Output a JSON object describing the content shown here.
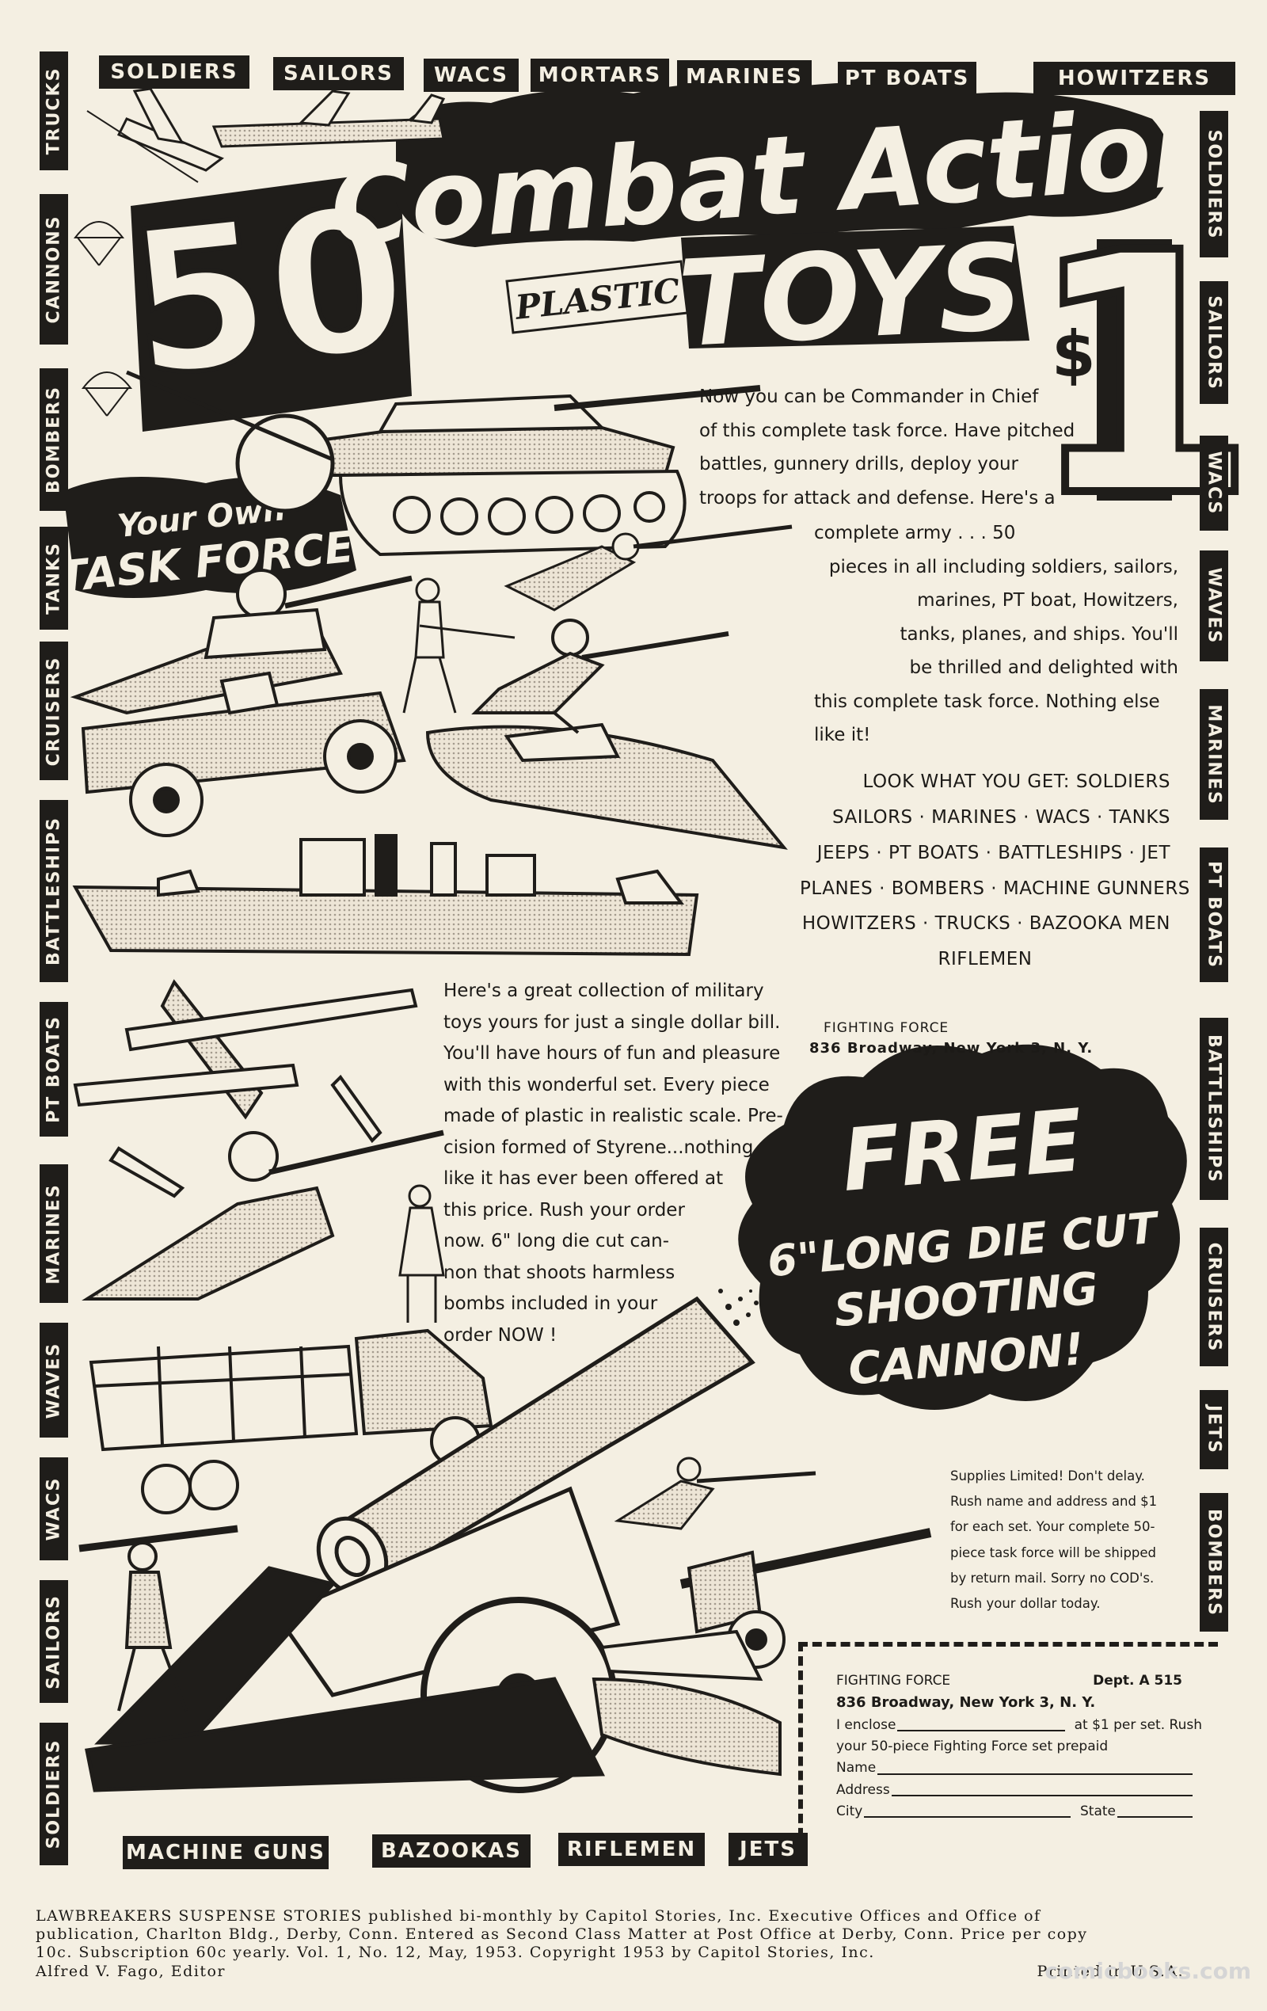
{
  "top_tabs": [
    "SOLDIERS",
    "SAILORS",
    "WACS",
    "MORTARS",
    "MARINES",
    "PT BOATS",
    "HOWITZERS"
  ],
  "left_tabs": [
    "TRUCKS",
    "CANNONS",
    "BOMBERS",
    "TANKS",
    "CRUISERS",
    "BATTLESHIPS",
    "PT BOATS",
    "MARINES",
    "WAVES",
    "WACS",
    "SAILORS",
    "SOLDIERS"
  ],
  "right_tabs": [
    "SOLDIERS",
    "SAILORS",
    "WACS",
    "WAVES",
    "MARINES",
    "PT BOATS",
    "BATTLESHIPS",
    "CRUISERS",
    "JETS",
    "BOMBERS"
  ],
  "bottom_tabs": [
    "MACHINE GUNS",
    "BAZOOKAS",
    "RIFLEMEN",
    "JETS"
  ],
  "headline": {
    "number": "50",
    "line1": "Combat Action",
    "plastic": "PLASTIC",
    "toys": "TOYS",
    "dollar_sign": "$",
    "price": "1"
  },
  "task_force_banner": {
    "line1": "Your Own",
    "line2": "TASK FORCE"
  },
  "intro_lines": [
    "Now you can be Commander in Chief",
    "of this complete task force. Have pitched",
    "battles, gunnery drills, deploy your",
    "troops for attack and defense. Here's a",
    "complete army . . . 50",
    "pieces in all including soldiers, sailors,",
    "marines, PT boat, Howitzers,",
    "tanks, planes, and ships. You'll",
    "be thrilled and delighted with",
    "this complete task force. Nothing else",
    "like it!"
  ],
  "get_list_lines": [
    "LOOK WHAT YOU GET: SOLDIERS",
    "SAILORS · MARINES · WACS · TANKS",
    "JEEPS · PT BOATS · BATTLESHIPS · JET",
    "PLANES · BOMBERS · MACHINE GUNNERS",
    "HOWITZERS · TRUCKS · BAZOOKA MEN",
    "RIFLEMEN"
  ],
  "address_top": {
    "name": "FIGHTING FORCE",
    "street": "836 Broadway, New York 3, N. Y."
  },
  "body_lines": [
    "Here's a great collection of military",
    "toys yours for just a single dollar bill.",
    "You'll have hours of fun and pleasure",
    "with this wonderful set. Every piece",
    "made of plastic in realistic scale. Pre-",
    "cision formed of Styrene...nothing",
    "like it has ever been offered at",
    "this price. Rush your order",
    "now. 6\" long die cut can-",
    "non that shoots harmless",
    "bombs included in your",
    "order NOW !"
  ],
  "free_badge": {
    "free": "FREE",
    "line1": "6\"LONG DIE CUT",
    "line2": "SHOOTING",
    "line3": "CANNON!"
  },
  "supplies_lines": [
    "Supplies Limited! Don't delay.",
    "Rush name and address and $1",
    "for each set. Your complete 50-",
    "piece task force will be shipped",
    "by return mail. Sorry no COD's.",
    "Rush your dollar today."
  ],
  "coupon": {
    "company": "FIGHTING FORCE",
    "dept": "Dept. A 515",
    "street": "836 Broadway, New York 3, N. Y.",
    "enclose_pre": "I enclose",
    "enclose_post": "at $1 per set. Rush",
    "set_line": "your 50-piece Fighting Force set prepaid",
    "name_label": "Name",
    "address_label": "Address",
    "city_label": "City",
    "state_label": "State"
  },
  "footer_lines": [
    "LAWBREAKERS SUSPENSE STORIES published bi-monthly by Capitol Stories, Inc. Executive Offices and Office of",
    "publication, Charlton Bldg., Derby, Conn. Entered as Second Class Matter at Post Office at Derby, Conn. Price per copy",
    "10c. Subscription 60c yearly. Vol. 1, No. 12, May, 1953. Copyright 1953 by Capitol Stories, Inc.",
    "Alfred V. Fago, Editor"
  ],
  "footer_printed": "Printed in U.S.A.",
  "watermark": "comicbooks.com",
  "colors": {
    "ink": "#1f1d1a",
    "paper": "#f4efe2",
    "tint": "#c9c2b6"
  }
}
